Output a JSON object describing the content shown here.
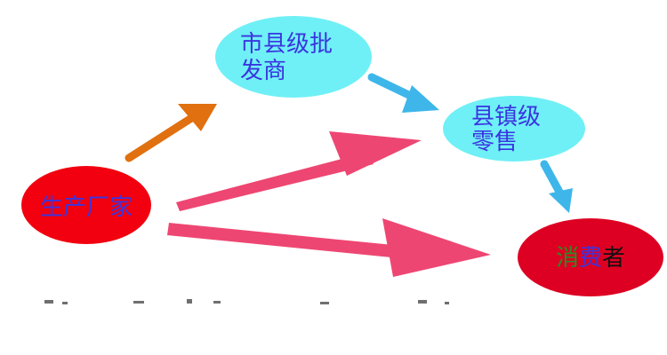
{
  "nodes": {
    "manufacturer": {
      "label": "生产厂家",
      "fill": "#f2000f",
      "text_color": "#3a35e0"
    },
    "wholesaler": {
      "line1": "市县级批",
      "line2": "发商",
      "fill": "#6ff0f6",
      "text_color": "#3a35e0"
    },
    "retailer": {
      "line1": "县镇级",
      "line2": "零售",
      "fill": "#6ff0f6",
      "text_color": "#3a35e0"
    },
    "consumer": {
      "char1": "消",
      "char2": "费",
      "char3": "者",
      "fill": "#dd0022",
      "char1_color": "#2f8a24",
      "char2_color": "#3a35e0",
      "char3_color": "#111111"
    }
  },
  "arrow_colors": {
    "orange": "#e07010",
    "blue": "#3eb6ea",
    "pink": "#ee4672"
  }
}
